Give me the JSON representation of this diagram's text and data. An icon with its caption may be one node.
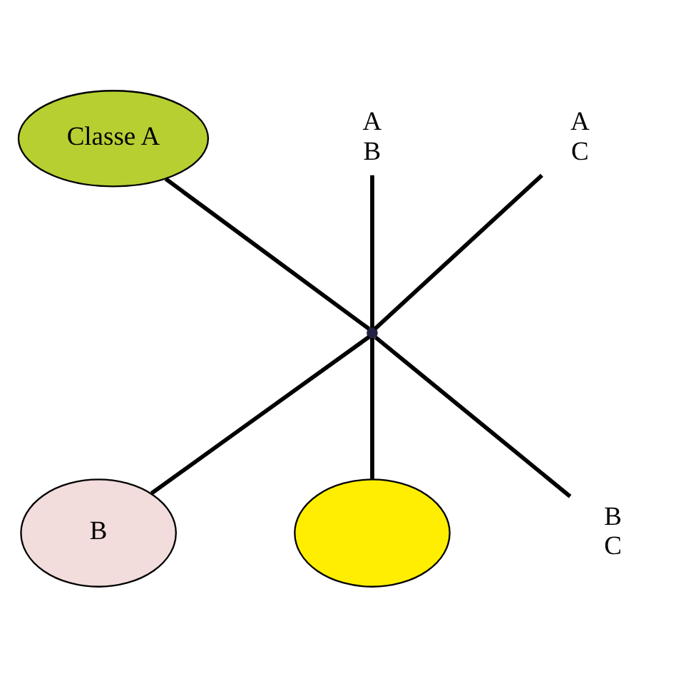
{
  "diagram": {
    "nodes": [
      {
        "text": [
          "Classe A"
        ]
      },
      {
        "text": [
          "B"
        ]
      },
      {
        "text": [],
        "shape": "ellipse"
      },
      {
        "text": [
          "A",
          "B"
        ]
      },
      {
        "text": [
          "A",
          "C"
        ]
      },
      {
        "text": [
          "B",
          "C"
        ]
      },
      {
        "text": [],
        "shape": "dot"
      }
    ],
    "edges": [
      {
        "from": 3,
        "to": 6,
        "arrow": "none"
      },
      {
        "from": 6,
        "to": 2,
        "arrow": "none"
      },
      {
        "from": 4,
        "to": 6,
        "arrow": "none"
      },
      {
        "from": 6,
        "to": 1,
        "arrow": "none"
      },
      {
        "from": 0,
        "to": 6,
        "arrow": "none"
      },
      {
        "from": 6,
        "to": 5,
        "arrow": "none"
      }
    ]
  }
}
